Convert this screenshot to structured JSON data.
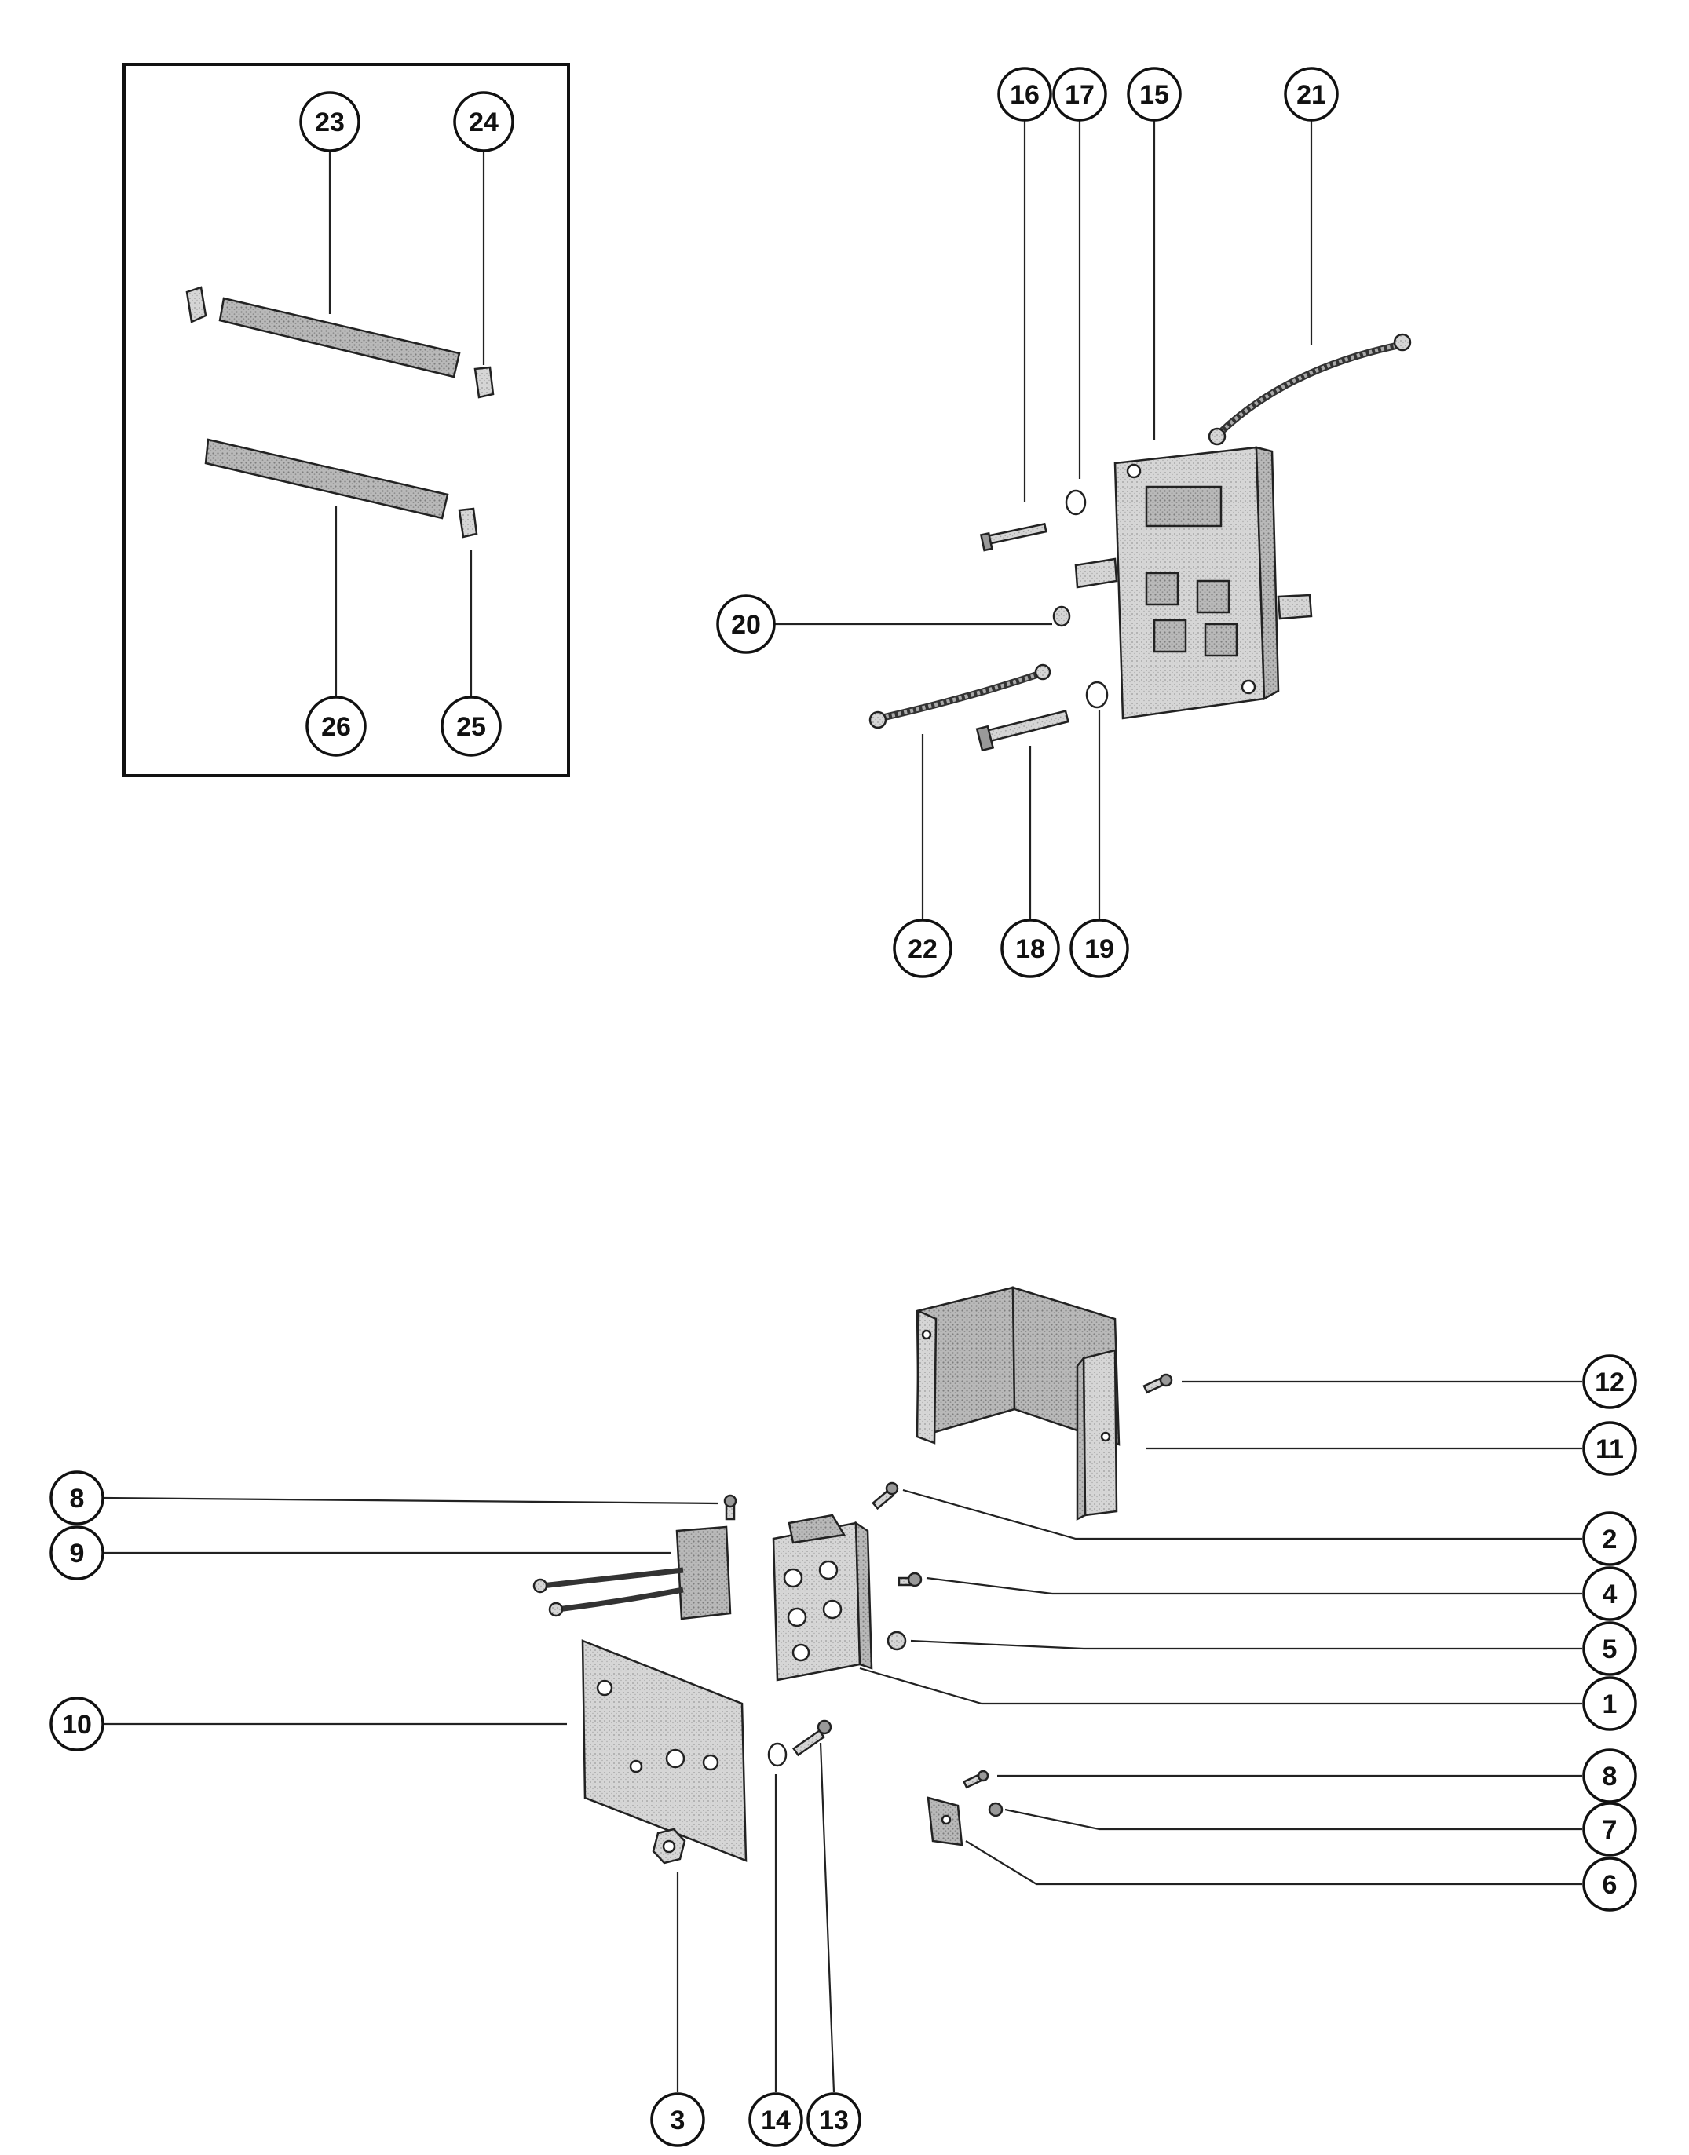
{
  "callouts": [
    {
      "id": "c23",
      "label": "23"
    },
    {
      "id": "c24",
      "label": "24"
    },
    {
      "id": "c26",
      "label": "26"
    },
    {
      "id": "c25",
      "label": "25"
    },
    {
      "id": "c16",
      "label": "16"
    },
    {
      "id": "c17",
      "label": "17"
    },
    {
      "id": "c15",
      "label": "15"
    },
    {
      "id": "c21",
      "label": "21"
    },
    {
      "id": "c20",
      "label": "20"
    },
    {
      "id": "c22",
      "label": "22"
    },
    {
      "id": "c18",
      "label": "18"
    },
    {
      "id": "c19",
      "label": "19"
    },
    {
      "id": "c12",
      "label": "12"
    },
    {
      "id": "c11",
      "label": "11"
    },
    {
      "id": "c8a",
      "label": "8"
    },
    {
      "id": "c9",
      "label": "9"
    },
    {
      "id": "c2",
      "label": "2"
    },
    {
      "id": "c4",
      "label": "4"
    },
    {
      "id": "c5",
      "label": "5"
    },
    {
      "id": "c1",
      "label": "1"
    },
    {
      "id": "c10",
      "label": "10"
    },
    {
      "id": "c8b",
      "label": "8"
    },
    {
      "id": "c7",
      "label": "7"
    },
    {
      "id": "c6",
      "label": "6"
    },
    {
      "id": "c3",
      "label": "3"
    },
    {
      "id": "c14",
      "label": "14"
    },
    {
      "id": "c13",
      "label": "13"
    }
  ]
}
